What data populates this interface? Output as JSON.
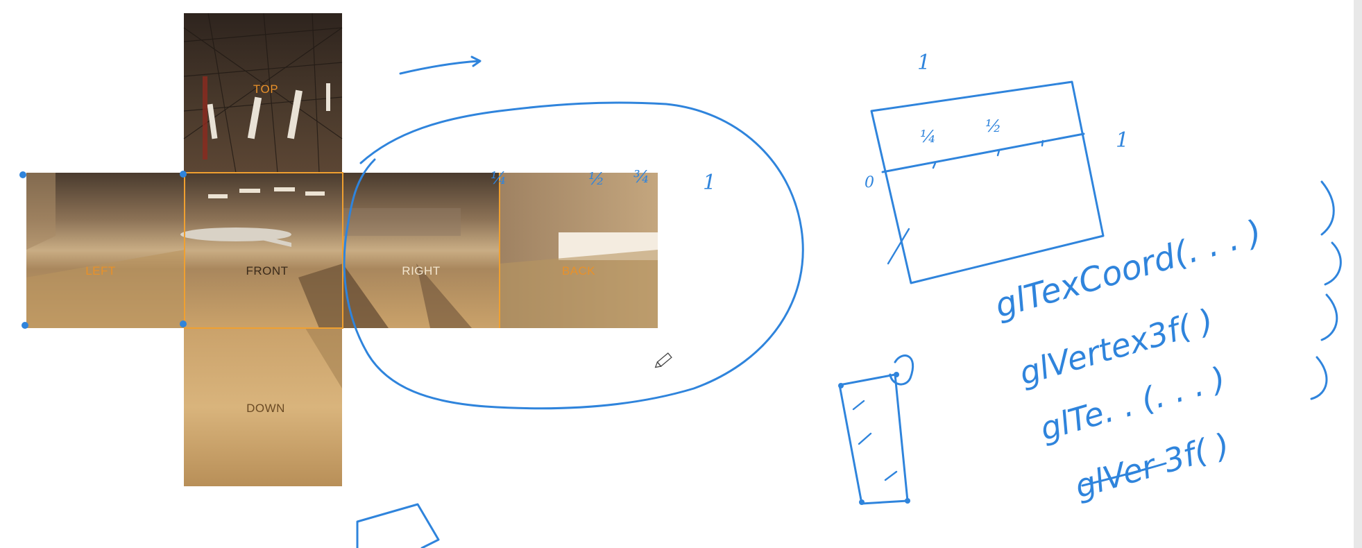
{
  "cubemap": {
    "faces": {
      "top": "TOP",
      "left": "LEFT",
      "front": "FRONT",
      "right": "RIGHT",
      "back": "BACK",
      "down": "DOWN"
    },
    "label_color": "#e8912a",
    "outline_color": "#f0a030"
  },
  "annotations": {
    "ink_color": "#2f84dc",
    "tick_marks": [
      "¼",
      "½",
      "¾",
      "1"
    ],
    "texture_square": {
      "top_value": "1",
      "right_value": "1",
      "origin_value": "0",
      "tick_marks": [
        "¼",
        "½"
      ]
    },
    "code_lines": [
      "glTexCoord(. . . )",
      "glVertex3f(      )",
      "glTe. . (. . . )",
      "glVer 3f(   )"
    ]
  },
  "colors": {
    "hangar_floor": "#b08a55",
    "hangar_wall": "#8a6a45",
    "ceiling": "#3a2c22"
  }
}
